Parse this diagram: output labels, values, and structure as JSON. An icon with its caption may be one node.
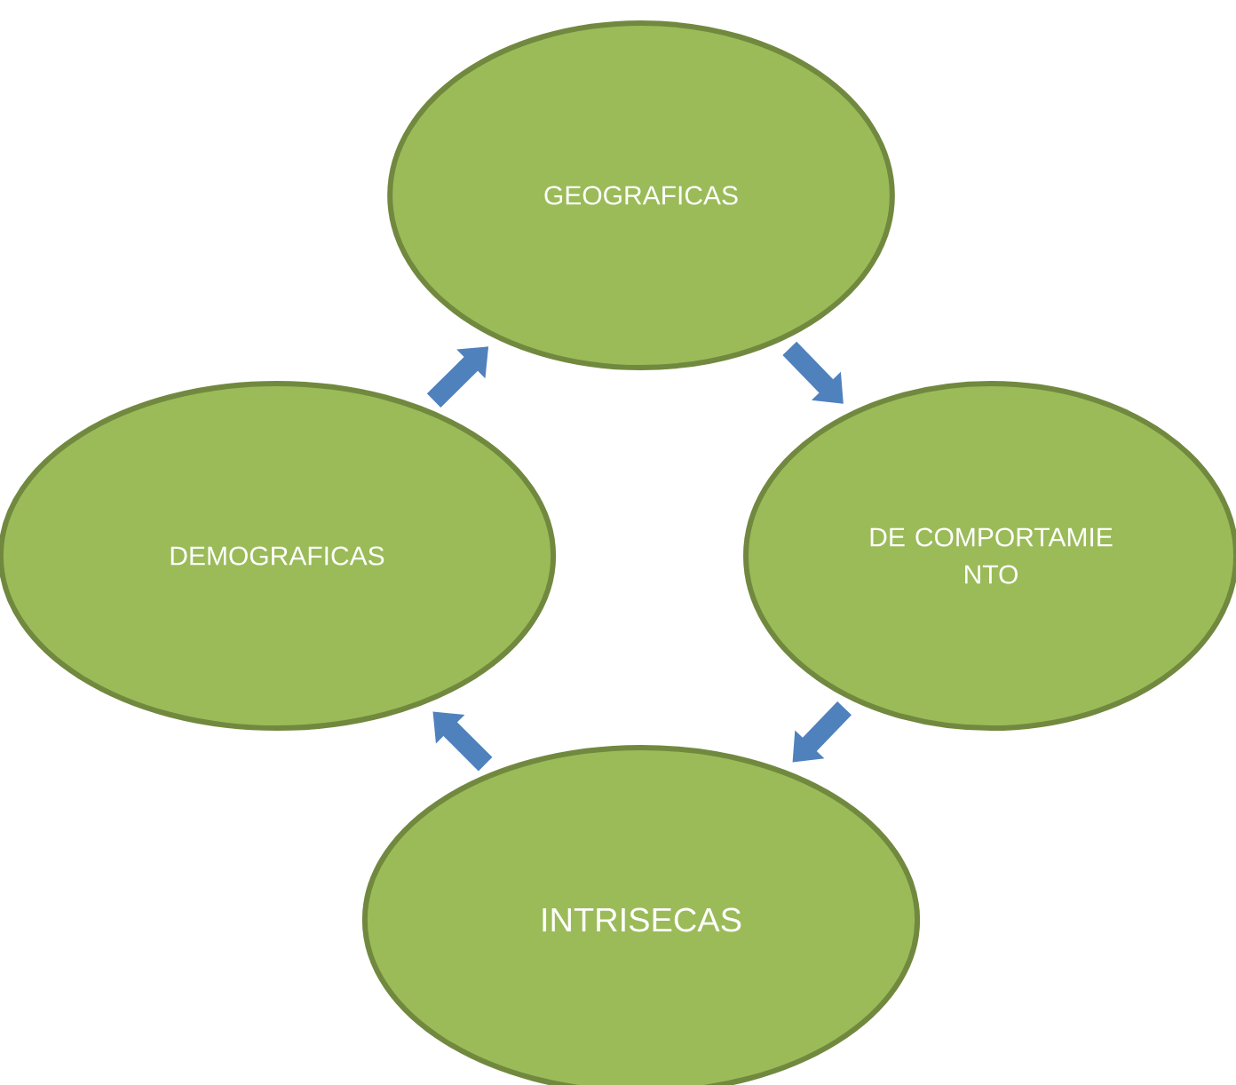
{
  "diagram": {
    "nodes": [
      {
        "text": [
          "GEOGRAFICAS"
        ]
      },
      {
        "text": [
          "DEMOGRAFICAS"
        ]
      },
      {
        "text": [
          "DE COMPORTAMIE NTO"
        ]
      },
      {
        "text": [
          "INTRISECAS"
        ]
      }
    ],
    "edges": [
      {
        "from": 0,
        "to": 2,
        "arrow": "to"
      },
      {
        "from": 2,
        "to": 3,
        "arrow": "to"
      },
      {
        "from": 3,
        "to": 1,
        "arrow": "to"
      },
      {
        "from": 1,
        "to": 0,
        "arrow": "to"
      }
    ]
  }
}
